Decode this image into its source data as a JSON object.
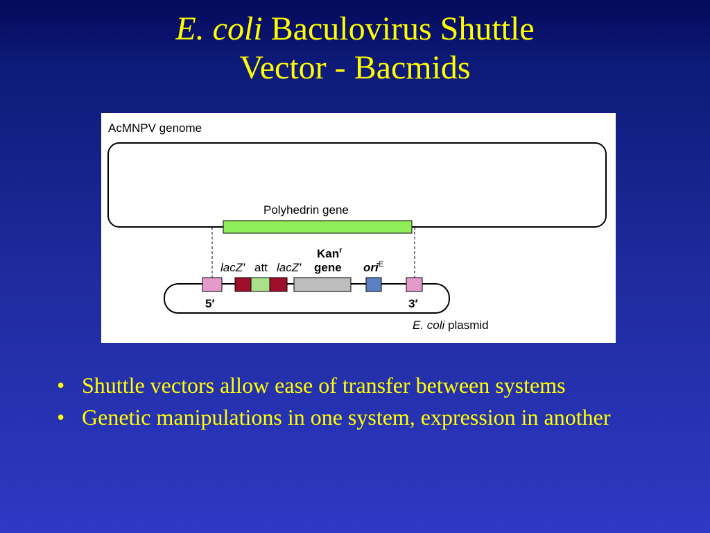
{
  "slide": {
    "title_italic": "E. coli",
    "title_rest_line1": " Baculovirus Shuttle",
    "title_line2": "Vector - Bacmids"
  },
  "figure": {
    "genome_label": "AcMNPV genome",
    "polyhedrin_label": "Polyhedrin gene",
    "kan_label": "Kan",
    "kan_superscript": "r",
    "gene_label": "gene",
    "lacz_left_label": "lacZ′",
    "att_label": "att",
    "lacz_right_label": "lacZ′",
    "ori_label": "ori",
    "ori_superscript": "E",
    "five_prime_label": "5′",
    "three_prime_label": "3′",
    "plasmid_label_italic": "E. coli",
    "plasmid_label_rest": " plasmid",
    "colors": {
      "polyhedrin": "#90ee58",
      "flank": "#e49bcc",
      "lacz": "#9e0f2c",
      "att": "#a8e08c",
      "kan": "#bdbdbd",
      "ori": "#5b80c4"
    }
  },
  "bullets": [
    {
      "marker": "•",
      "text": "Shuttle vectors allow ease of transfer between systems"
    },
    {
      "marker": "•",
      "text": "Genetic manipulations in one system, expression in another"
    }
  ]
}
